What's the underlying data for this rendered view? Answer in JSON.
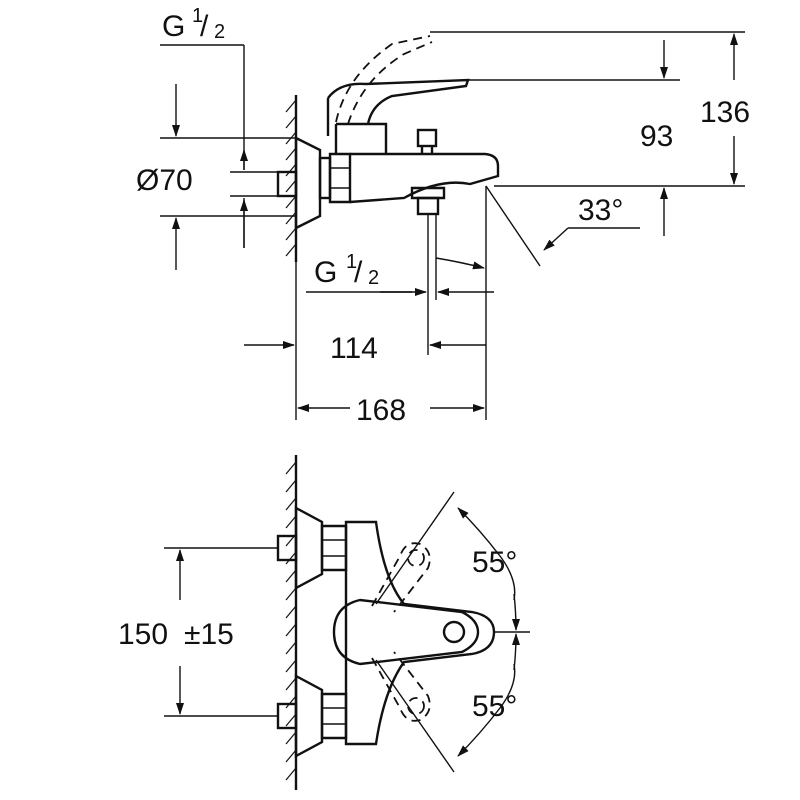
{
  "side_view": {
    "thread_top": {
      "letter": "G",
      "num": "1",
      "den": "2"
    },
    "thread_bottom": {
      "letter": "G",
      "num": "1",
      "den": "2"
    },
    "diameter": "Ø70",
    "dim_114": "114",
    "dim_168": "168",
    "dim_93": "93",
    "dim_136": "136",
    "angle_spout": "33°"
  },
  "front_view": {
    "spacing": {
      "value": "150",
      "tol": "±15"
    },
    "angle_top": "55°",
    "angle_bottom": "55°"
  },
  "colors": {
    "ink": "#111111",
    "background": "#ffffff"
  }
}
